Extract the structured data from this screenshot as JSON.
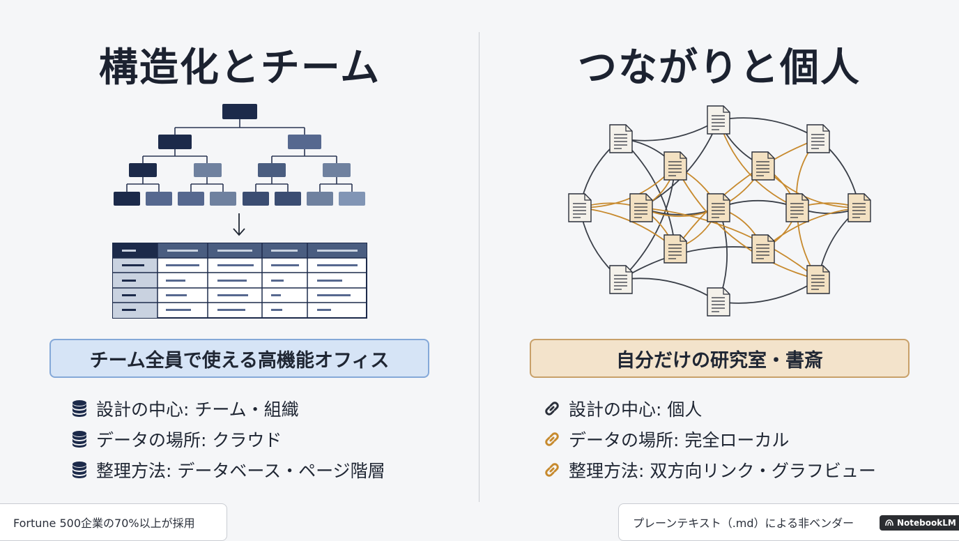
{
  "left": {
    "title": "構造化とチーム",
    "subtitle": "チーム全員で使える高機能オフィス",
    "bullets": [
      {
        "icon": "database-icon",
        "text": "設計の中心: チーム・組織"
      },
      {
        "icon": "database-icon",
        "text": "データの場所: クラウド"
      },
      {
        "icon": "database-icon",
        "text": "整理方法: データベース・ページ階層"
      }
    ],
    "footer": "Fortune 500企業の70%以上が採用"
  },
  "right": {
    "title": "つながりと個人",
    "subtitle": "自分だけの研究室・書斎",
    "bullets": [
      {
        "icon": "link-icon",
        "text": "設計の中心: 個人"
      },
      {
        "icon": "link-icon",
        "text": "データの場所: 完全ローカル"
      },
      {
        "icon": "link-icon",
        "text": "整理方法: 双方向リンク・グラフビュー"
      }
    ],
    "footer": "プレーンテキスト（.md）による非ベンダー"
  },
  "brand": "NotebookLM",
  "colors": {
    "navy": "#1c2a4a",
    "slate": "#4a5d80",
    "blue_gray": "#8195b5",
    "orange": "#c78a2e",
    "paper_light": "#f4f1ea",
    "paper_warm": "#f3e1c2"
  }
}
